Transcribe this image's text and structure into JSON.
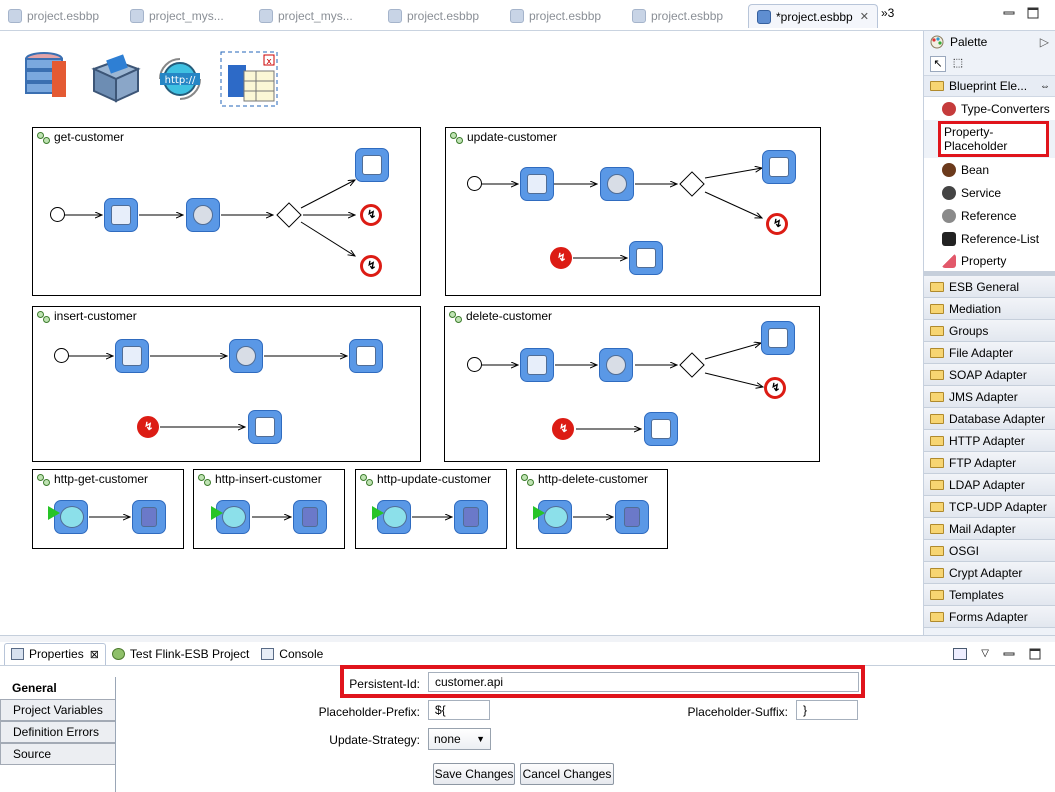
{
  "editor_tabs": [
    {
      "label": "project.esbbp"
    },
    {
      "label": "project_mys..."
    },
    {
      "label": "project_mys..."
    },
    {
      "label": "project.esbbp"
    },
    {
      "label": "project.esbbp"
    },
    {
      "label": "project.esbbp"
    },
    {
      "label": "*project.esbbp",
      "active": true
    }
  ],
  "more_tabs": "»3",
  "flows": [
    {
      "name": "get-customer"
    },
    {
      "name": "update-customer"
    },
    {
      "name": "insert-customer"
    },
    {
      "name": "delete-customer"
    },
    {
      "name": "http-get-customer"
    },
    {
      "name": "http-insert-customer"
    },
    {
      "name": "http-update-customer"
    },
    {
      "name": "http-delete-customer"
    }
  ],
  "http_label": "http://",
  "palette": {
    "title": "Palette",
    "open_drawer": "Blueprint Ele...",
    "items": [
      {
        "label": "Type-Converters",
        "icon": "type-converters-icon"
      },
      {
        "label": "Property-\nPlaceholder",
        "icon": "none",
        "highlighted": true
      },
      {
        "label": "Bean",
        "icon": "bean-icon"
      },
      {
        "label": "Service",
        "icon": "gear-icon"
      },
      {
        "label": "Reference",
        "icon": "reference-icon"
      },
      {
        "label": "Reference-List",
        "icon": "reference-list-icon"
      },
      {
        "label": "Property",
        "icon": "property-icon"
      }
    ],
    "groups": [
      "ESB General",
      "Mediation",
      "Groups",
      "File Adapter",
      "SOAP Adapter",
      "JMS Adapter",
      "Database Adapter",
      "HTTP Adapter",
      "FTP Adapter",
      "LDAP Adapter",
      "TCP-UDP Adapter",
      "Mail Adapter",
      "OSGI",
      "Crypt Adapter",
      "Templates",
      "Forms Adapter"
    ]
  },
  "bottom_tabs": [
    {
      "label": "Properties",
      "active": true
    },
    {
      "label": "Test Flink-ESB Project"
    },
    {
      "label": "Console"
    }
  ],
  "properties_nav": [
    {
      "label": "General",
      "selected": true
    },
    {
      "label": "Project Variables"
    },
    {
      "label": "Definition Errors"
    },
    {
      "label": "Source"
    }
  ],
  "form": {
    "persistent_id_label": "Persistent-Id:",
    "persistent_id_value": "customer.api",
    "prefix_label": "Placeholder-Prefix:",
    "prefix_value": "${",
    "suffix_label": "Placeholder-Suffix:",
    "suffix_value": "}",
    "strategy_label": "Update-Strategy:",
    "strategy_value": "none",
    "save_label": "Save Changes",
    "cancel_label": "Cancel Changes"
  },
  "colors": {
    "highlight": "#e0141c",
    "node_blue": "#5a98e6",
    "error_red": "#dc1c14"
  }
}
